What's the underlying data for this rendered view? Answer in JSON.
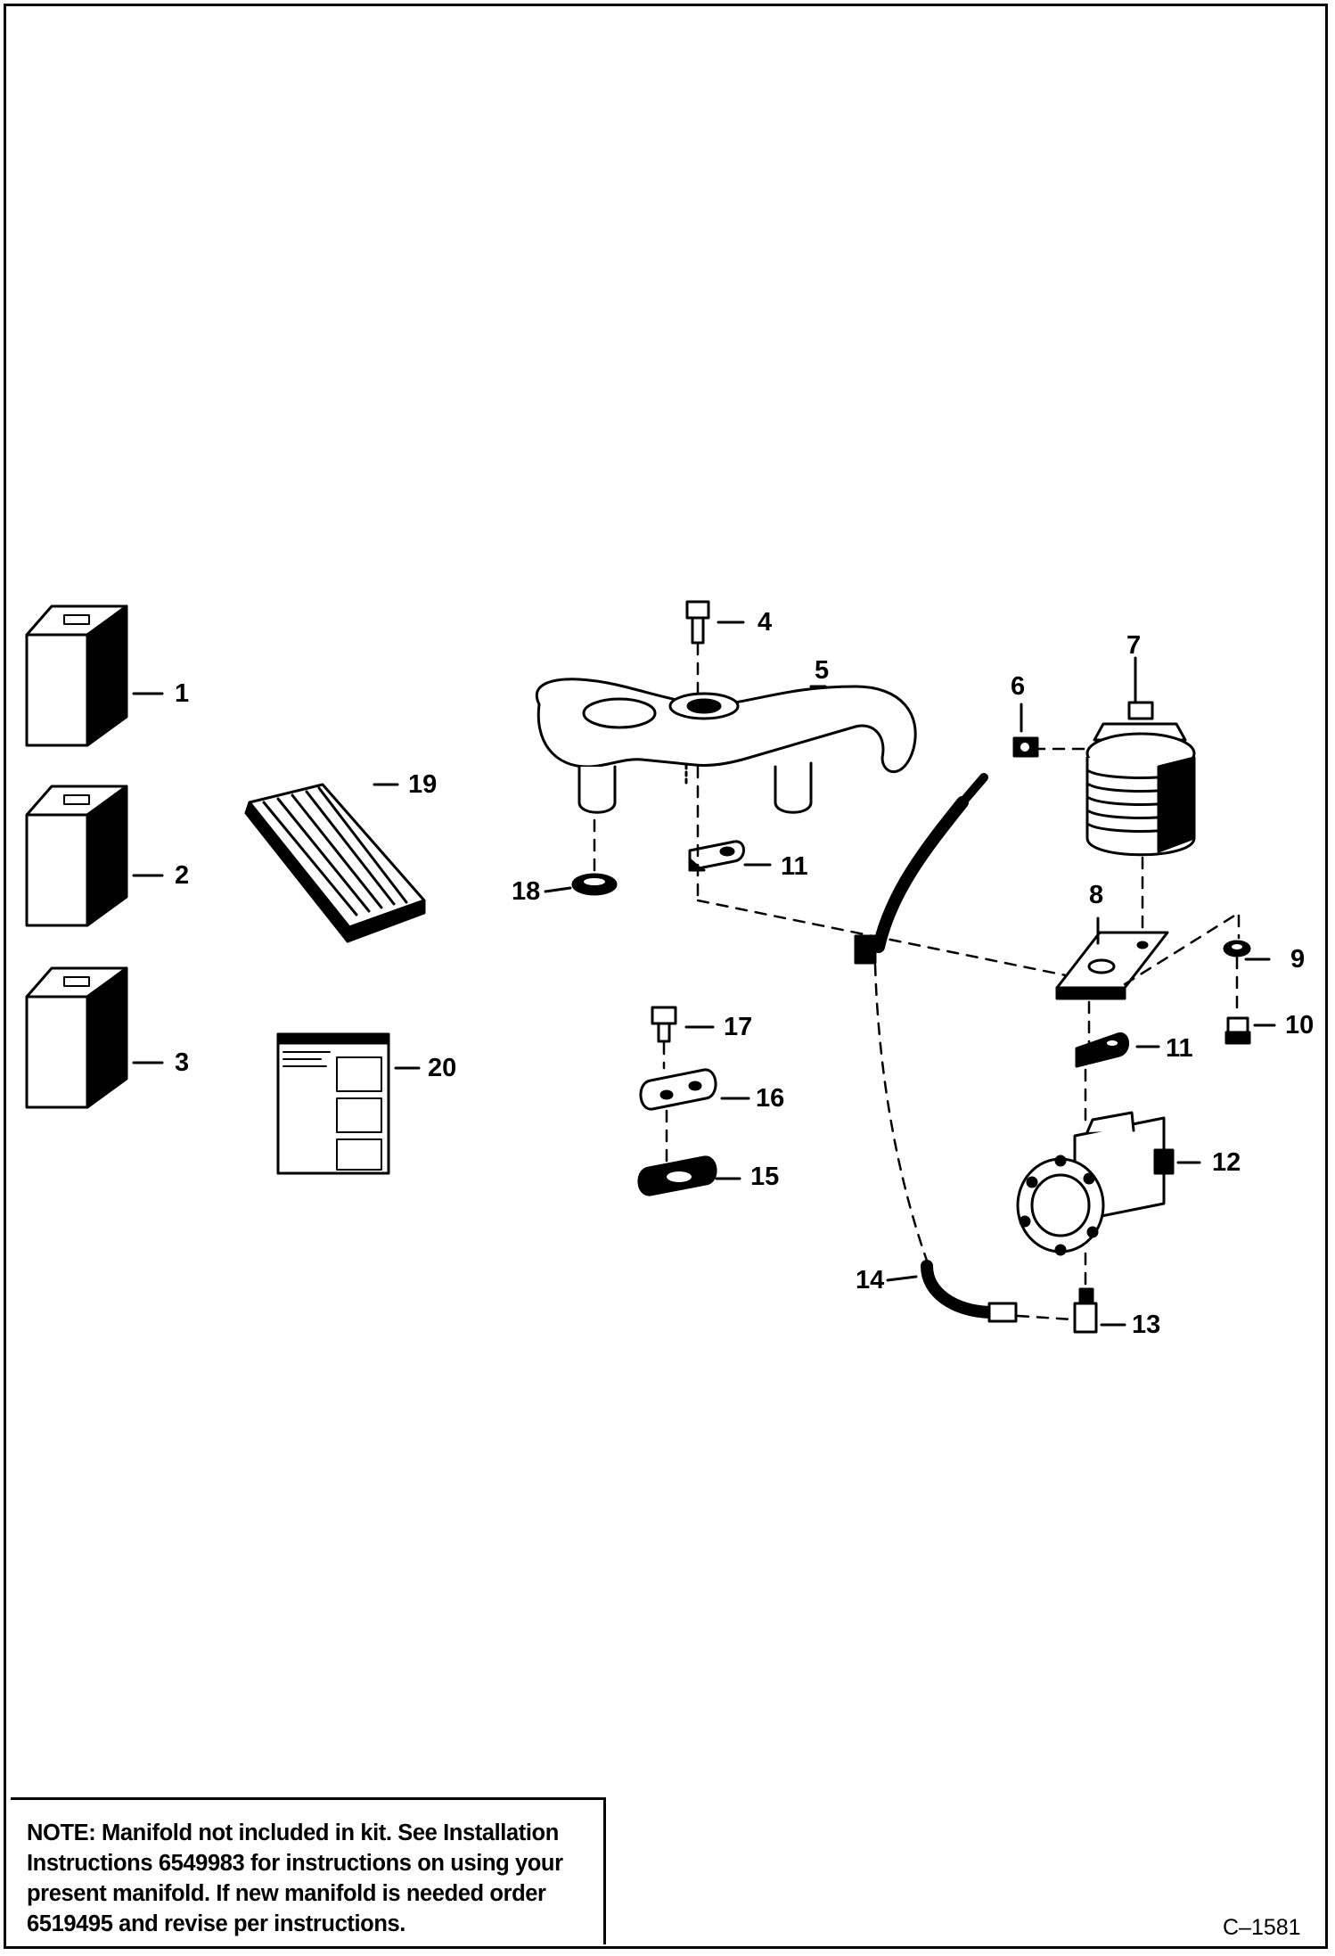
{
  "callouts": {
    "c1": "1",
    "c2": "2",
    "c3": "3",
    "c4": "4",
    "c5": "5",
    "c6": "6",
    "c7": "7",
    "c8": "8",
    "c9": "9",
    "c10": "10",
    "c11a": "11",
    "c11b": "11",
    "c12": "12",
    "c13": "13",
    "c14": "14",
    "c15": "15",
    "c16": "16",
    "c17": "17",
    "c18": "18",
    "c19": "19",
    "c20": "20"
  },
  "note": {
    "label": "NOTE:",
    "text": "Manifold not included in kit. See Installation Instructions 6549983 for instructions on using your present manifold. If new manifold is needed order 6519495 and revise per instructions."
  },
  "figure_code": "C–1581",
  "colors": {
    "ink": "#000000",
    "paper": "#ffffff",
    "shade": "#cfcfcf"
  }
}
